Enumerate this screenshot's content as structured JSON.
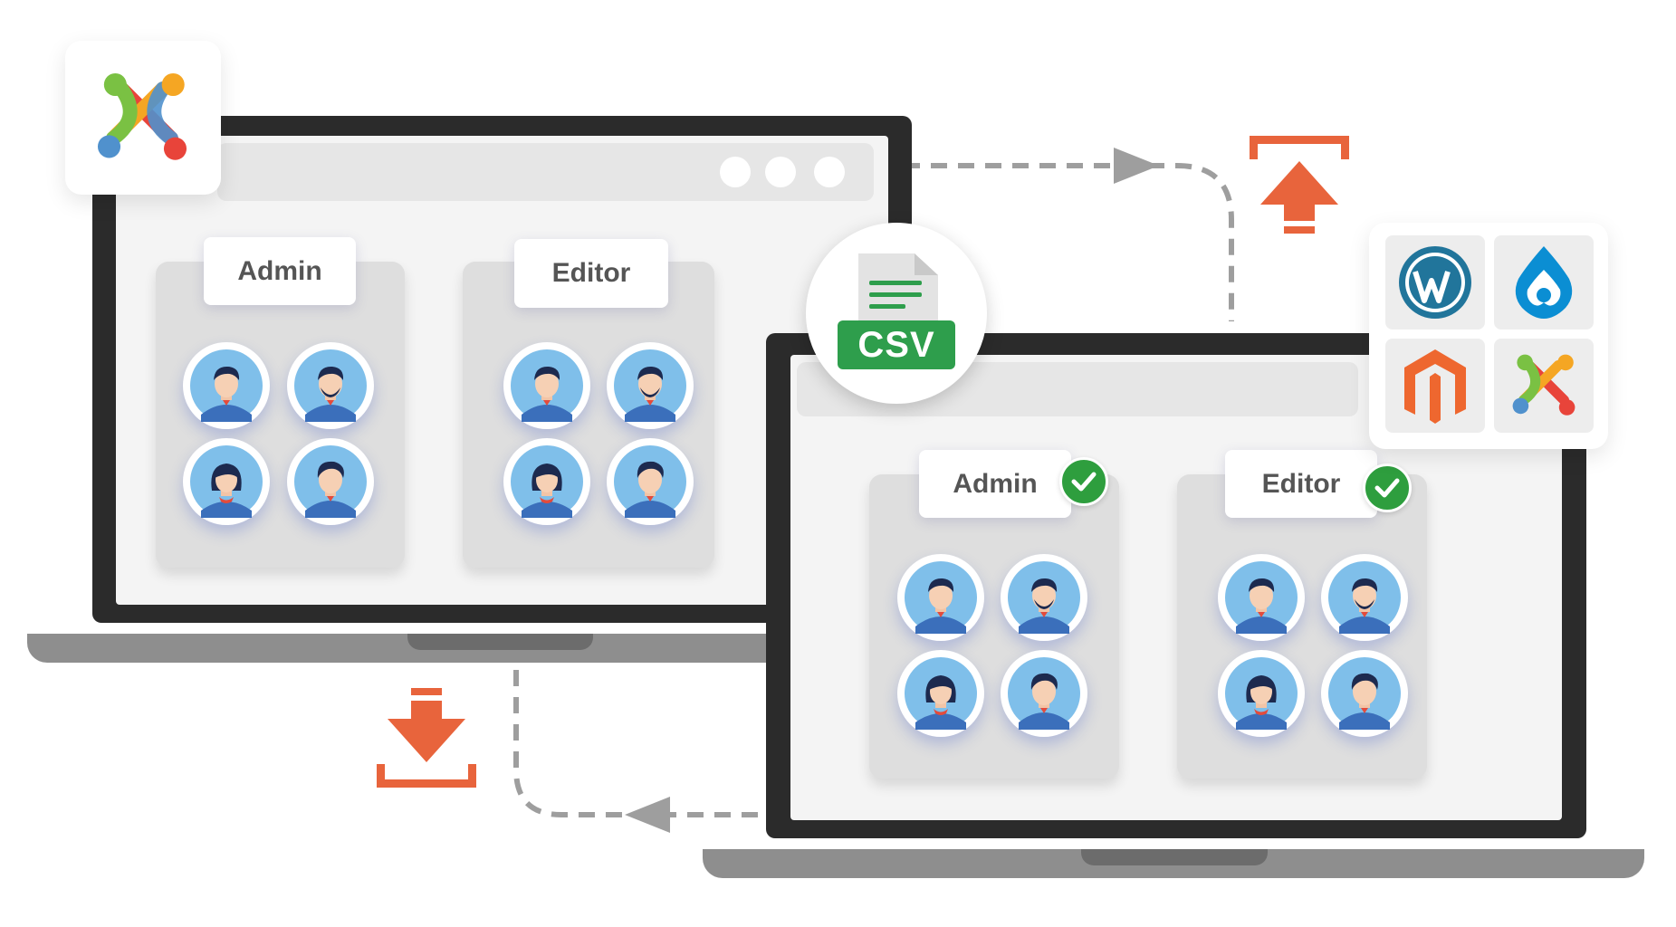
{
  "source_screen": {
    "groups": [
      {
        "role": "Admin",
        "avatars": [
          "male-1",
          "male-beard",
          "female",
          "male-2"
        ]
      },
      {
        "role": "Editor",
        "avatars": [
          "male-1",
          "male-beard",
          "female",
          "male-2"
        ]
      }
    ]
  },
  "target_screen": {
    "groups": [
      {
        "role": "Admin",
        "verified": true,
        "avatars": [
          "male-1",
          "male-beard",
          "female",
          "male-2"
        ]
      },
      {
        "role": "Editor",
        "verified": true,
        "avatars": [
          "male-1",
          "male-beard",
          "female",
          "male-2"
        ]
      }
    ]
  },
  "csv_badge": "CSV",
  "source_logo": "joomla-logo",
  "platform_logos": [
    "wordpress-logo",
    "drupal-logo",
    "magento-logo",
    "joomla-logo"
  ],
  "icons": {
    "upload": "upload-icon",
    "download": "download-icon",
    "check": "check-icon"
  },
  "colors": {
    "accent": "#e8643c",
    "check": "#2e9e3e",
    "csv": "#2e9e4c",
    "frame": "#2b2b2b"
  }
}
